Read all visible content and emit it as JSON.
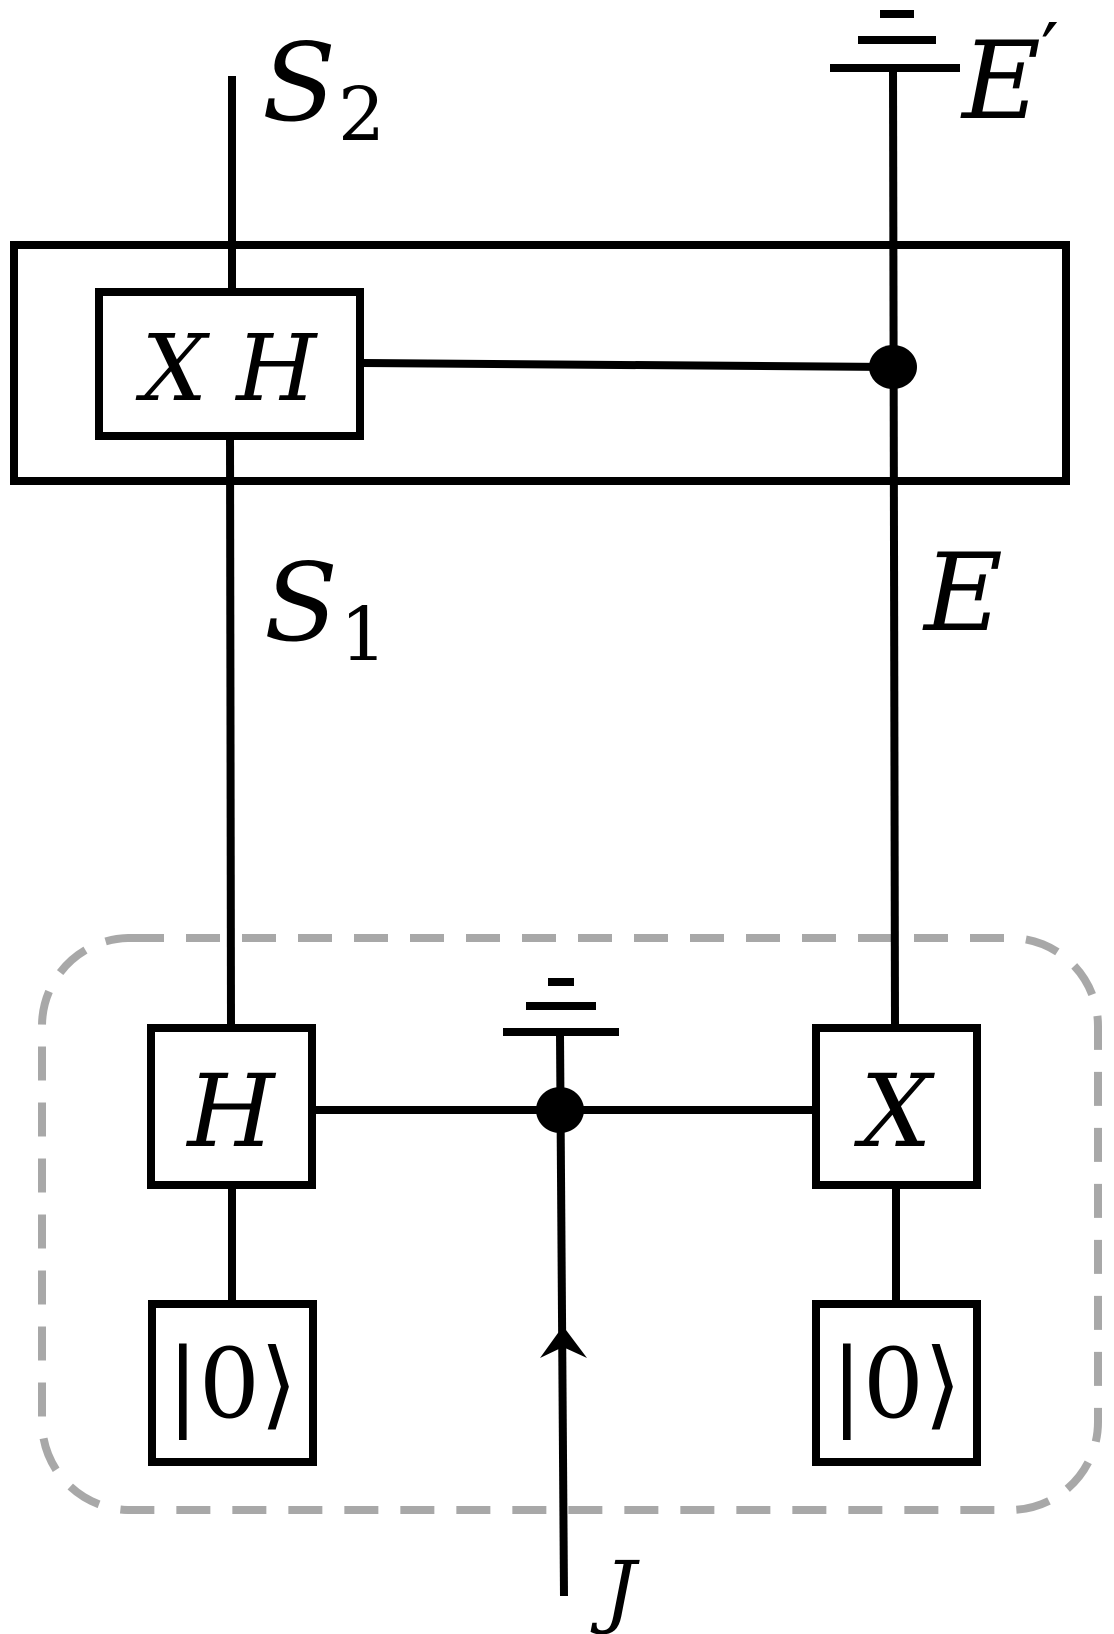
{
  "wires": {
    "s2_label": "S",
    "s2_sub": "2",
    "s1_label": "S",
    "s1_sub": "1",
    "e_label": "E",
    "e_prime_label": "E",
    "e_prime_mark": "′",
    "j_label": "J"
  },
  "gates": {
    "xh_gate": "X H",
    "h_gate": "H",
    "x_gate": "X"
  },
  "states": {
    "left_ket": "|0⟩",
    "right_ket": "|0⟩"
  },
  "colors": {
    "lines": "#000000",
    "dashed_region": "#a8a8a8"
  }
}
